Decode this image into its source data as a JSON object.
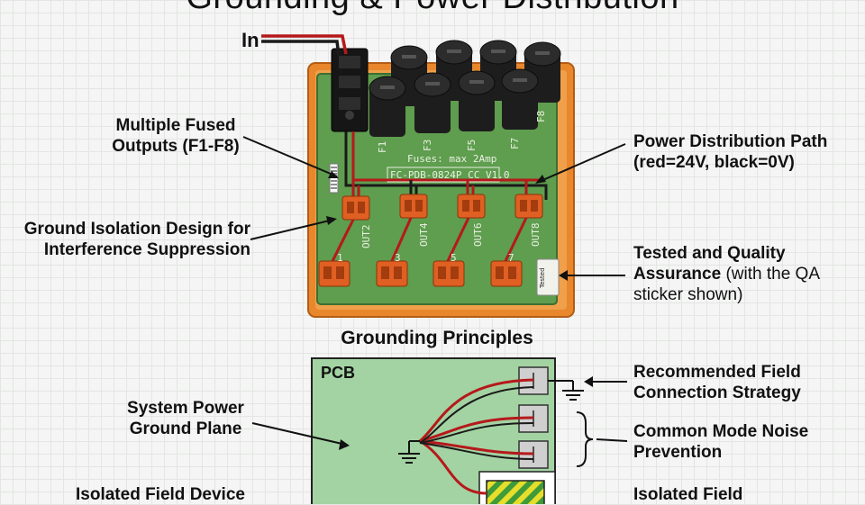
{
  "title": "Grounding & Power Distribution",
  "input_label": "In",
  "board": {
    "silk_fuses": "Fuses: max  2Amp",
    "silk_model": "FC-PDB-0824P CC V1.0",
    "fuse_labels": [
      "F1",
      "F3",
      "F5",
      "F7",
      "F8"
    ],
    "top_outputs": [
      "OUT2",
      "OUT4",
      "OUT6",
      "OUT8"
    ],
    "bottom_outputs": [
      "1",
      "3",
      "5",
      "7"
    ],
    "sticker_text": "Tested"
  },
  "callouts": {
    "fused_outputs": "Multiple Fused Outputs (F1-F8)",
    "ground_isolation": "Ground Isolation Design for Interference Suppression",
    "power_path": "Power Distribution Path (red=24V, black=0V)",
    "qa_bold": "Tested and Quality",
    "qa_line2_bold": "Assurance",
    "qa_line2_rest": " (with the QA",
    "qa_line3": "sticker shown)"
  },
  "grounding": {
    "title": "Grounding Principles",
    "pcb_label": "PCB",
    "ground_plane": "System Power Ground Plane",
    "field_connection": "Recommended Field Connection Strategy",
    "common_mode": "Common Mode Noise Prevention",
    "isolated_field": "Isolated Field",
    "isolated_device": "Isolated Field Device"
  },
  "colors": {
    "pcb_green": "#5f9d4f",
    "rail_orange": "#e8872c",
    "connector_orange": "#e05f22",
    "wire_red": "#b5191b",
    "wire_black": "#1a1a1a",
    "diagram_green": "#a3d3a2"
  }
}
